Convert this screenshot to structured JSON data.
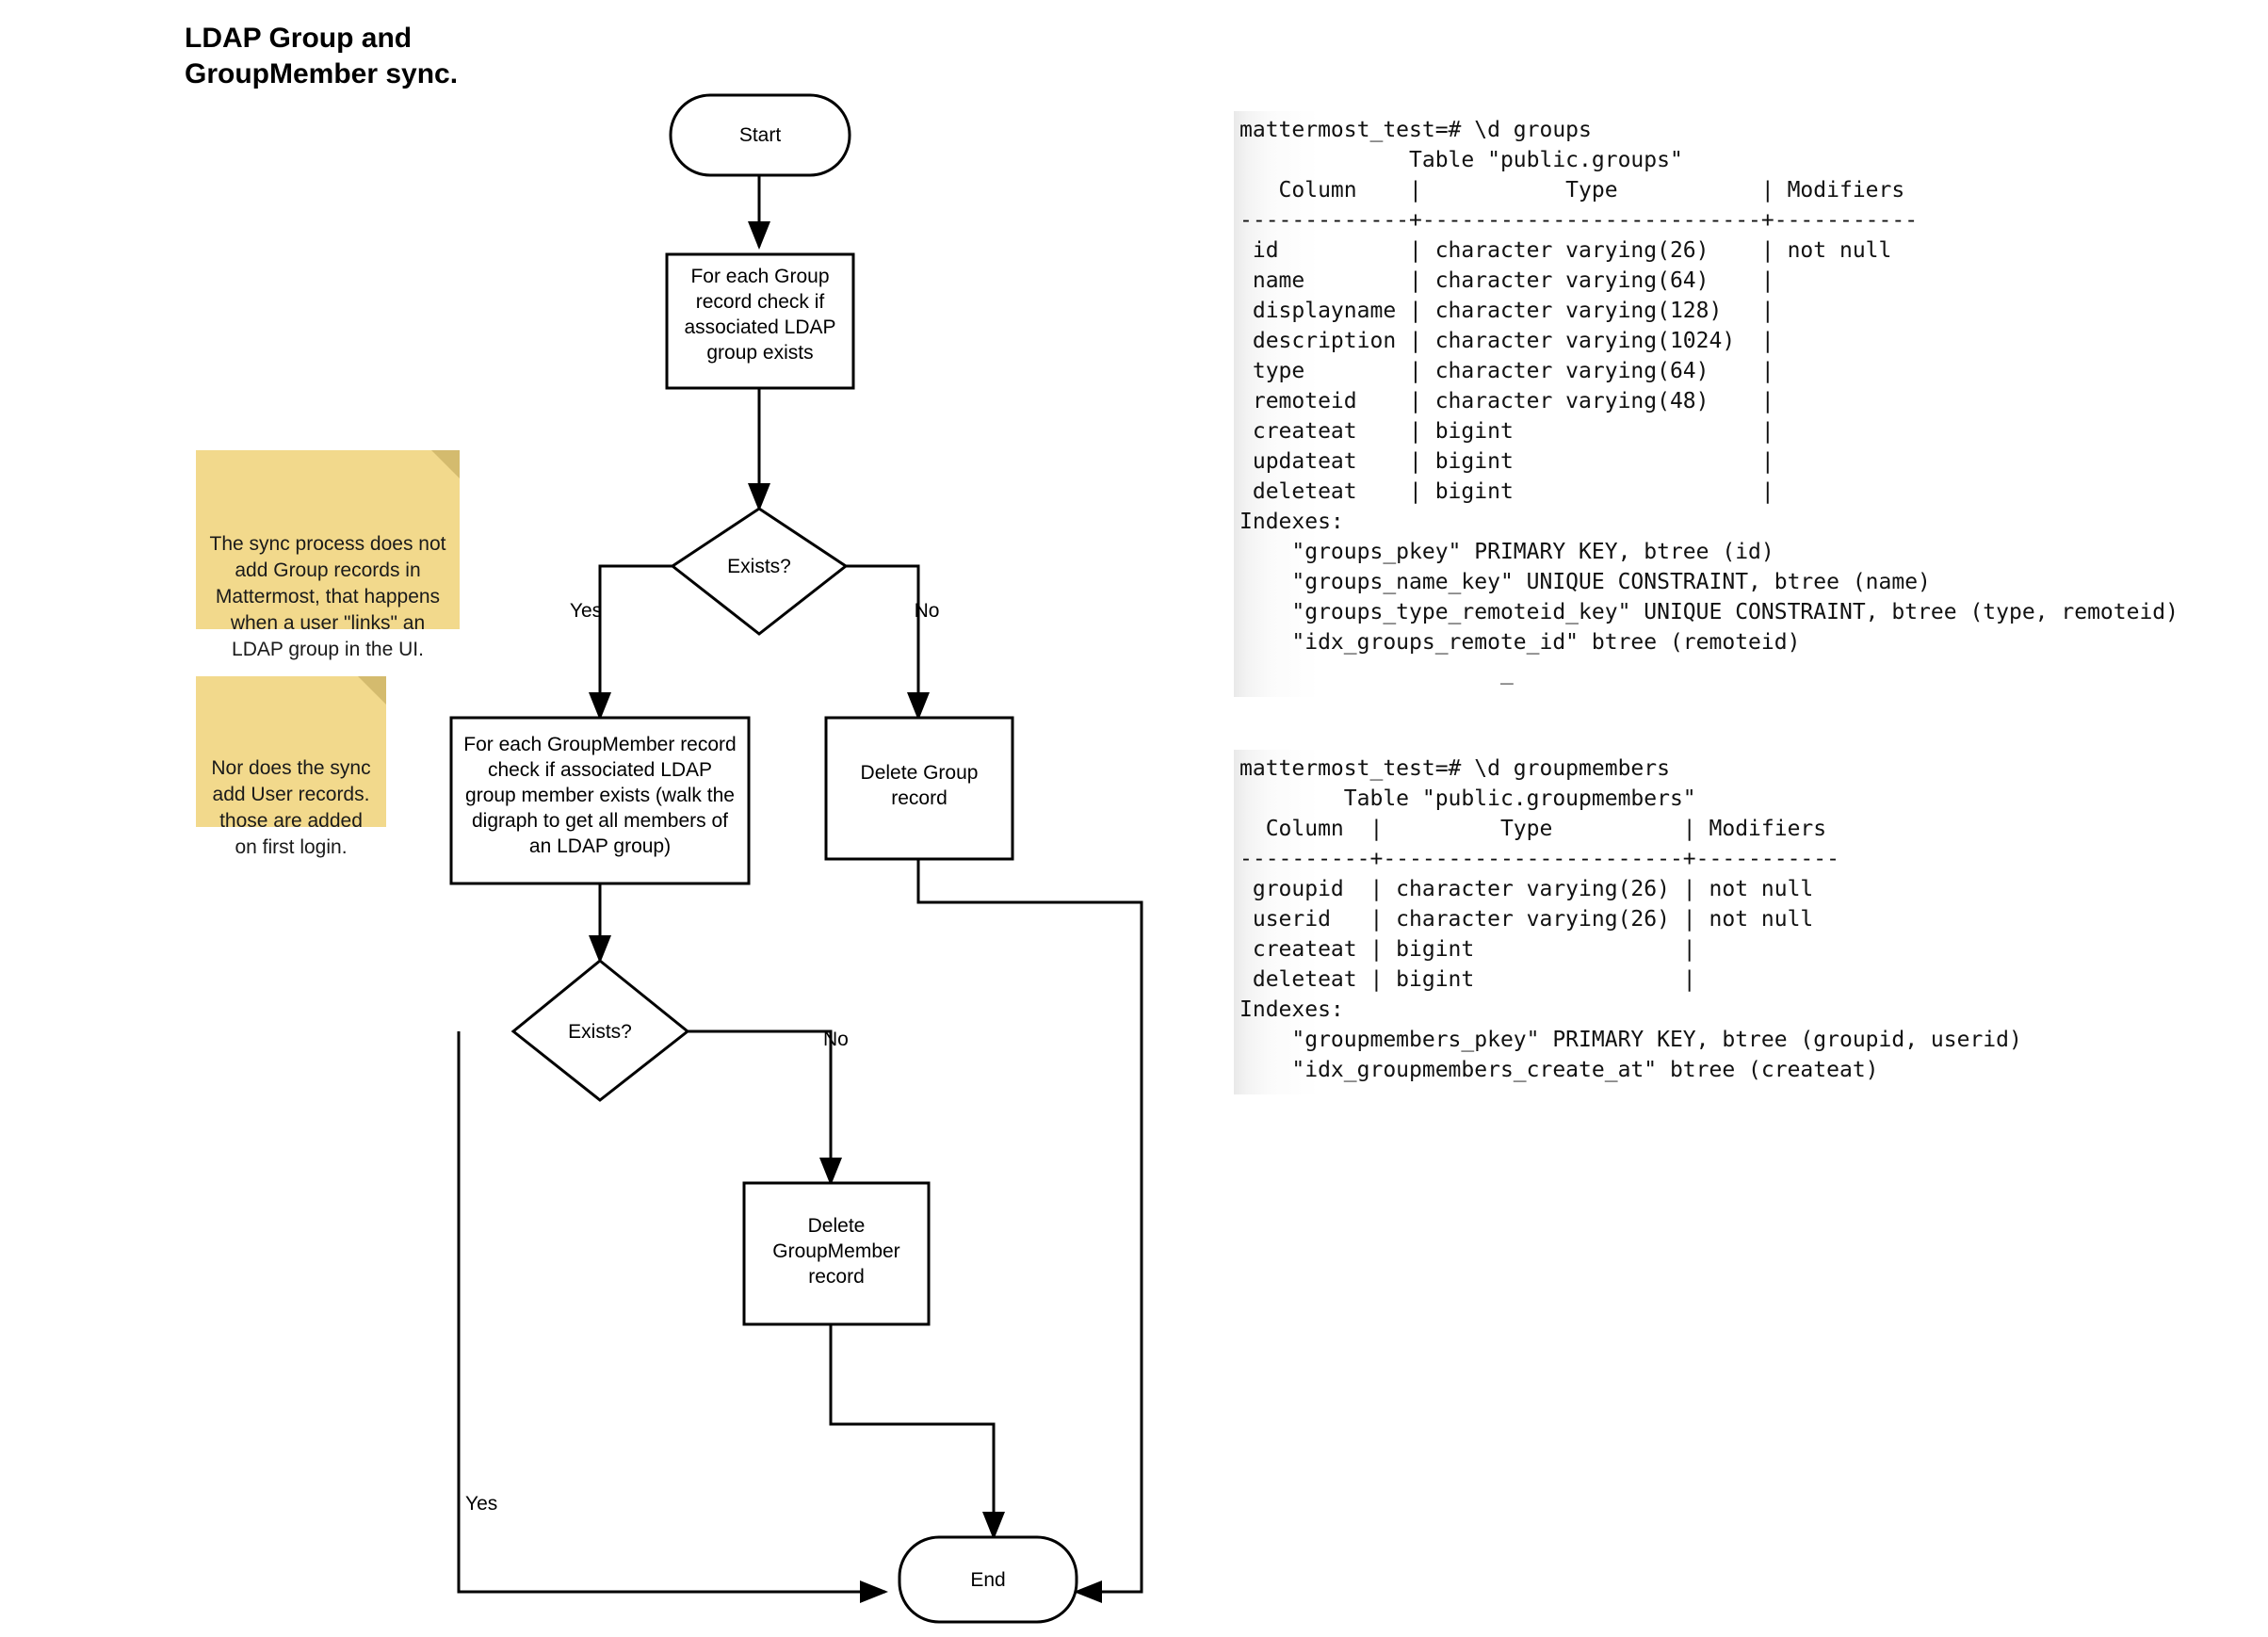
{
  "title": "LDAP Group and\nGroupMember sync.",
  "flowchart": {
    "nodes": {
      "start": "Start",
      "check_group": "For each Group record check if associated LDAP group exists",
      "exists_1": "Exists?",
      "check_groupmember": "For each GroupMember record check if associated LDAP group member exists (walk the digraph to get all members of an LDAP group)",
      "delete_group": "Delete Group record",
      "exists_2": "Exists?",
      "delete_groupmember": "Delete GroupMember record",
      "end": "End"
    },
    "node_lines": {
      "check_group": [
        "For each Group",
        "record check if",
        "associated LDAP",
        "group exists"
      ],
      "check_groupmember": [
        "For each GroupMember record",
        "check if associated LDAP",
        "group member exists (walk the",
        "digraph to get all members of",
        "an LDAP group)"
      ],
      "delete_group": [
        "Delete Group",
        "record"
      ],
      "delete_groupmember": [
        "Delete",
        "GroupMember",
        "record"
      ]
    },
    "edge_labels": {
      "exists1_yes": "Yes",
      "exists1_no": "No",
      "exists2_yes": "Yes",
      "exists2_no": "No"
    }
  },
  "notes": [
    {
      "id": "note-sync-no-group-records",
      "text": "The sync process does not add Group records in Mattermost, that happens when a user \"links\" an LDAP group in the UI."
    },
    {
      "id": "note-sync-no-user-records",
      "text": "Nor does the sync add User records. those are added on first login."
    }
  ],
  "terminal": {
    "groups": "mattermost_test=# \\d groups\n             Table \"public.groups\"\n   Column    |           Type           | Modifiers\n-------------+--------------------------+-----------\n id          | character varying(26)    | not null\n name        | character varying(64)    |\n displayname | character varying(128)   |\n description | character varying(1024)  |\n type        | character varying(64)    |\n remoteid    | character varying(48)    |\n createat    | bigint                   |\n updateat    | bigint                   |\n deleteat    | bigint                   |\nIndexes:\n    \"groups_pkey\" PRIMARY KEY, btree (id)\n    \"groups_name_key\" UNIQUE CONSTRAINT, btree (name)\n    \"groups_type_remoteid_key\" UNIQUE CONSTRAINT, btree (type, remoteid)\n    \"idx_groups_remote_id\" btree (remoteid)\n                    _",
    "groupmembers": "mattermost_test=# \\d groupmembers\n        Table \"public.groupmembers\"\n  Column  |         Type          | Modifiers\n----------+-----------------------+-----------\n groupid  | character varying(26) | not null\n userid   | character varying(26) | not null\n createat | bigint                |\n deleteat | bigint                |\nIndexes:\n    \"groupmembers_pkey\" PRIMARY KEY, btree (groupid, userid)\n    \"idx_groupmembers_create_at\" btree (createat)"
  },
  "colors": {
    "note_bg": "#f2d98c",
    "note_fold": "#d4bb6e",
    "stroke": "#000000",
    "text": "#000000"
  }
}
